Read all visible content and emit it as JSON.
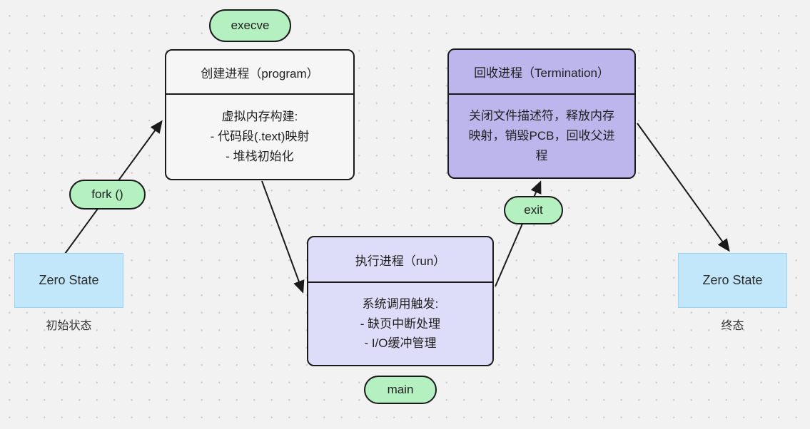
{
  "diagram": {
    "title_hint": "process-lifecycle-state-diagram",
    "nodes": {
      "create": {
        "title": "创建进程（program）",
        "body": [
          "虚拟内存构建:",
          "- 代码段(.text)映射",
          "- 堆栈初始化"
        ]
      },
      "run": {
        "title": "执行进程（run）",
        "body": [
          "系统调用触发:",
          "- 缺页中断处理",
          "- I/O缓冲管理"
        ]
      },
      "terminate": {
        "title": "回收进程（Termination）",
        "body": [
          "关闭文件描述符，释放内存映射，销毁PCB，回收父进程"
        ]
      },
      "zero_start": {
        "title": "Zero State",
        "caption": "初始状态"
      },
      "zero_end": {
        "title": "Zero State",
        "caption": "终态"
      }
    },
    "edge_labels": {
      "execve": "execve",
      "fork": "fork ()",
      "exit": "exit",
      "main": "main"
    },
    "edges": [
      {
        "from": "zero_start",
        "to": "create",
        "label": "fork ()"
      },
      {
        "from": "create",
        "to": "run",
        "label": ""
      },
      {
        "from": "run",
        "to": "terminate",
        "label": "exit"
      },
      {
        "from": "terminate",
        "to": "zero_end",
        "label": ""
      }
    ],
    "colors": {
      "background": "#f2f2f3",
      "dot_grid": "#cdcdd2",
      "node_border": "#1a1a1a",
      "create_fill": "#f6f6f6",
      "terminate_fill": "#bcb6ec",
      "run_fill": "#deddf9",
      "pill_fill": "#b4f0c0",
      "zero_state_fill": "#c3e7fa",
      "zero_state_border": "#96d5f4",
      "edge_stroke": "#1a1a1a"
    }
  }
}
